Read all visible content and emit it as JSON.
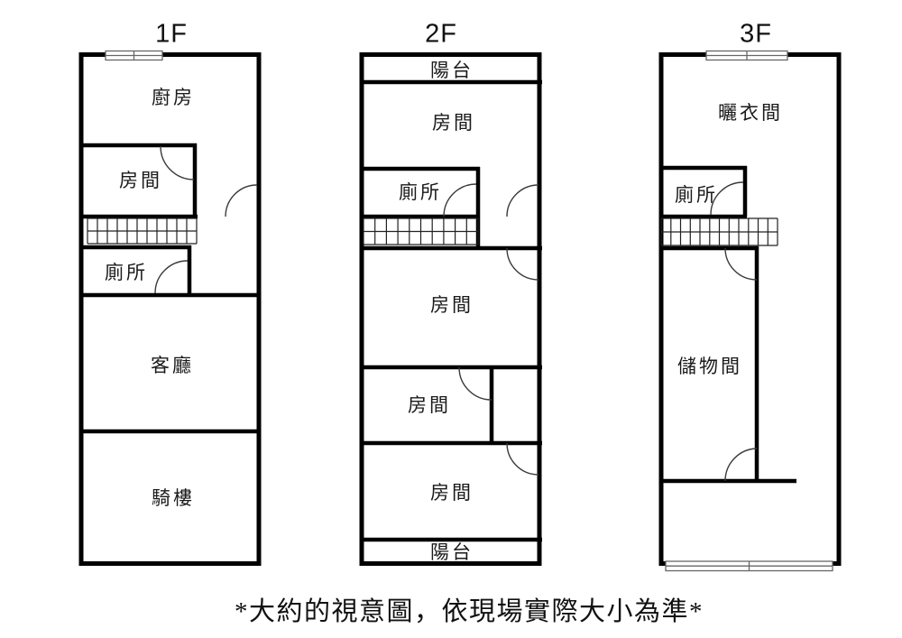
{
  "page": {
    "background": "#ffffff",
    "wall_color": "#000000",
    "door_arc_color": "#3a3a3a",
    "stairs_line_color": "#222222",
    "window_line_color": "#666666"
  },
  "caption": "*大約的視意圖，依現場實際大小為準*",
  "icons": {
    "stairs": "stairs-hatch-grid",
    "door": "door-swing-arc",
    "window": "window-double-line"
  },
  "floors": [
    {
      "title": "1F",
      "rooms": [
        {
          "label": "廚房"
        },
        {
          "label": "房間"
        },
        {
          "label": "廁所"
        },
        {
          "label": "客廳"
        },
        {
          "label": "騎樓"
        }
      ]
    },
    {
      "title": "2F",
      "rooms": [
        {
          "label": "陽台"
        },
        {
          "label": "房間"
        },
        {
          "label": "廁所"
        },
        {
          "label": "房間"
        },
        {
          "label": "房間"
        },
        {
          "label": "房間"
        },
        {
          "label": "陽台"
        }
      ]
    },
    {
      "title": "3F",
      "rooms": [
        {
          "label": "曬衣間"
        },
        {
          "label": "廁所"
        },
        {
          "label": "儲物間"
        }
      ]
    }
  ]
}
